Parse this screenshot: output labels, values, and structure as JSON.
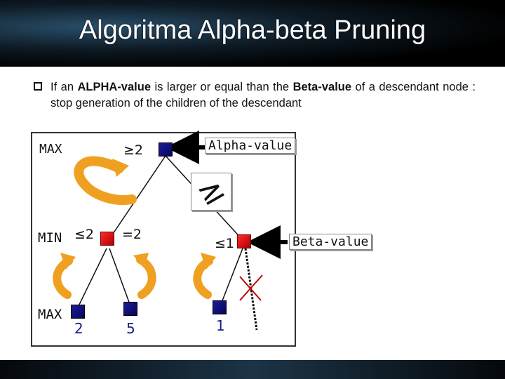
{
  "title": "Algoritma Alpha-beta Pruning",
  "bullet": {
    "pre": "If an ",
    "alpha": "ALPHA-value",
    "mid": " is larger or equal than the ",
    "beta": "Beta-value",
    "post": " of a descendant node : stop generation of the children of the descendant"
  },
  "diagram": {
    "max_top_label": "MAX",
    "root_value": "≥2",
    "alpha_callout": "Alpha-value",
    "comparison": "≥",
    "min_label": "MIN",
    "min_left_bound": "≤2",
    "min_left_value": "=2",
    "min_right_value": "≤1",
    "beta_callout": "Beta-value",
    "max_bottom_label": "MAX",
    "leaf_values": [
      "2",
      "5",
      "1"
    ]
  },
  "colors": {
    "max_node": "#1c1c9a",
    "min_node": "#e01010",
    "arrow": "#f0a020"
  }
}
